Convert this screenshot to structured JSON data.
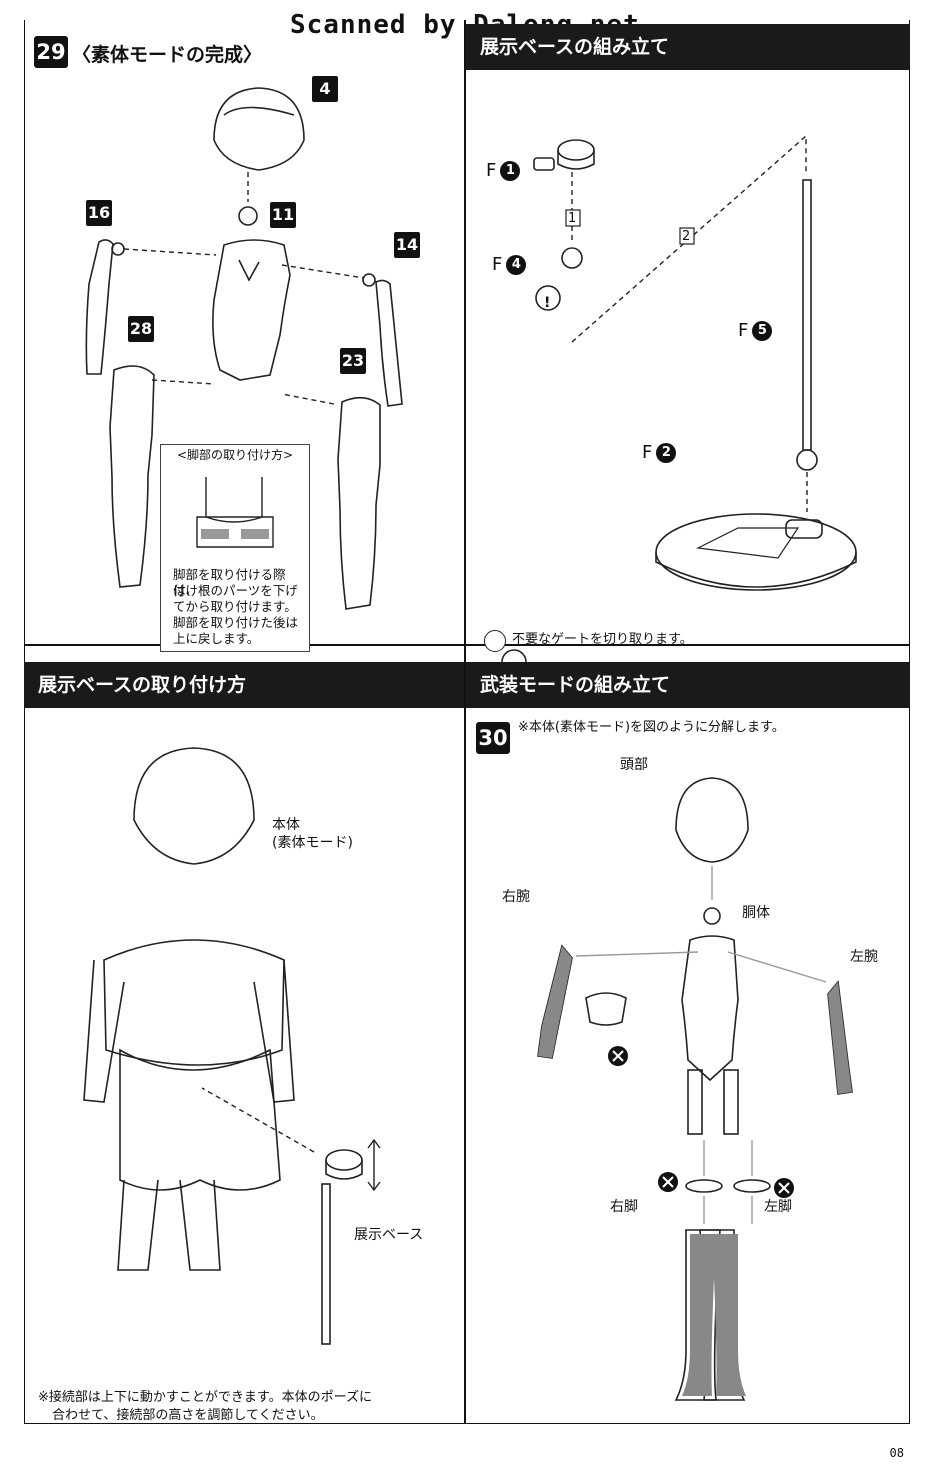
{
  "watermark": "Scanned by Dalong.net",
  "page_number": "08",
  "step29": {
    "number": "29",
    "title": "〈素体モードの完成〉",
    "parts": [
      "4",
      "11",
      "16",
      "14",
      "28",
      "23"
    ],
    "callout_title": "<脚部の取り付け方>",
    "callout_lines": [
      "脚部を取り付ける際は、",
      "付け根のパーツを下げ",
      "てから取り付けます。",
      "脚部を取り付けた後は",
      "上に戻します。"
    ]
  },
  "display_base_assembly": {
    "title": "展示ベースの組み立て",
    "part_labels": [
      {
        "letter": "F",
        "num": "1"
      },
      {
        "letter": "F",
        "num": "4"
      },
      {
        "letter": "F",
        "num": "5"
      },
      {
        "letter": "F",
        "num": "2"
      }
    ],
    "seq": [
      "1",
      "2"
    ],
    "gate_note": "不要なゲートを切り取ります。"
  },
  "display_base_attach": {
    "title": "展示ベースの取り付け方",
    "body_label": [
      "本体",
      "(素体モード)"
    ],
    "base_label": "展示ベース",
    "note_lines": [
      "※接続部は上下に動かすことができます。本体のポーズに",
      "合わせて、接続部の高さを調節してください。"
    ]
  },
  "armed_mode": {
    "title": "武装モードの組み立て",
    "step_number": "30",
    "note": "※本体(素体モード)を図のように分解します。",
    "labels": {
      "head": "頭部",
      "torso": "胴体",
      "right_arm": "右腕",
      "left_arm": "左腕",
      "right_leg": "右脚",
      "left_leg": "左脚"
    }
  }
}
